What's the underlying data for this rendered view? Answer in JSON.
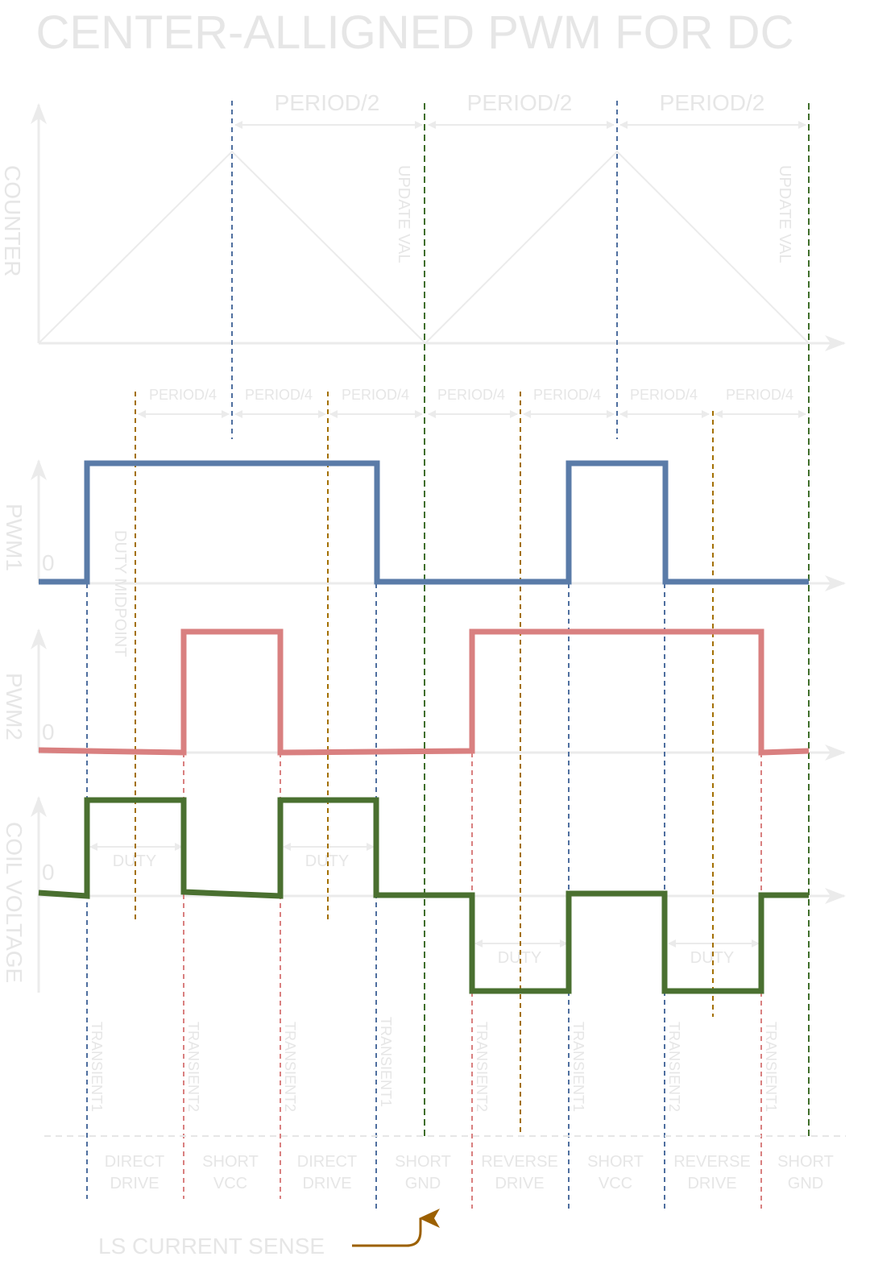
{
  "title": "CENTER-ALLIGNED PWM FOR DC",
  "counter": {
    "axis_label": "COUNTER",
    "half_period_labels": [
      "PERIOD/2",
      "PERIOD/2",
      "PERIOD/2"
    ],
    "update_labels": [
      "UPDATE VAL",
      "UPDATE VAL"
    ]
  },
  "quarter_period_labels": [
    "PERIOD/4",
    "PERIOD/4",
    "PERIOD/4",
    "PERIOD/4",
    "PERIOD/4",
    "PERIOD/4",
    "PERIOD/4"
  ],
  "duty_midpoint_label": "DUTY MIDPOINT",
  "pwm1": {
    "axis_label": "PWM1",
    "zero_label": "0"
  },
  "pwm2": {
    "axis_label": "PWM2",
    "zero_label": "0"
  },
  "coil": {
    "axis_label": "COIL VOLTAGE",
    "zero_label": "0",
    "duty_labels": [
      "DUTY",
      "DUTY",
      "DUTY",
      "DUTY"
    ]
  },
  "transient_labels": [
    "TRANSIENT1",
    "TRANSIENT2",
    "TRANSIENT2",
    "TRANSIENT1",
    "TRANSIENT2",
    "TRANSIENT1",
    "TRANSIENT2",
    "TRANSIENT1"
  ],
  "phases": [
    {
      "line1": "DIRECT",
      "line2": "DRIVE"
    },
    {
      "line1": "SHORT",
      "line2": "VCC"
    },
    {
      "line1": "DIRECT",
      "line2": "DRIVE"
    },
    {
      "line1": "SHORT",
      "line2": "GND"
    },
    {
      "line1": "REVERSE",
      "line2": "DRIVE"
    },
    {
      "line1": "SHORT",
      "line2": "VCC"
    },
    {
      "line1": "REVERSE",
      "line2": "DRIVE"
    },
    {
      "line1": "SHORT",
      "line2": "GND"
    }
  ],
  "current_sense_label": "LS CURRENT SENSE",
  "colors": {
    "pwm1": "#5a7ba8",
    "pwm2": "#d98080",
    "coil": "#4a7030",
    "midpoint_guide": "#a37000",
    "update_guide": "#3f6e2a",
    "peak_guide": "#4f6f9f",
    "labels": "#e6e6e6"
  }
}
